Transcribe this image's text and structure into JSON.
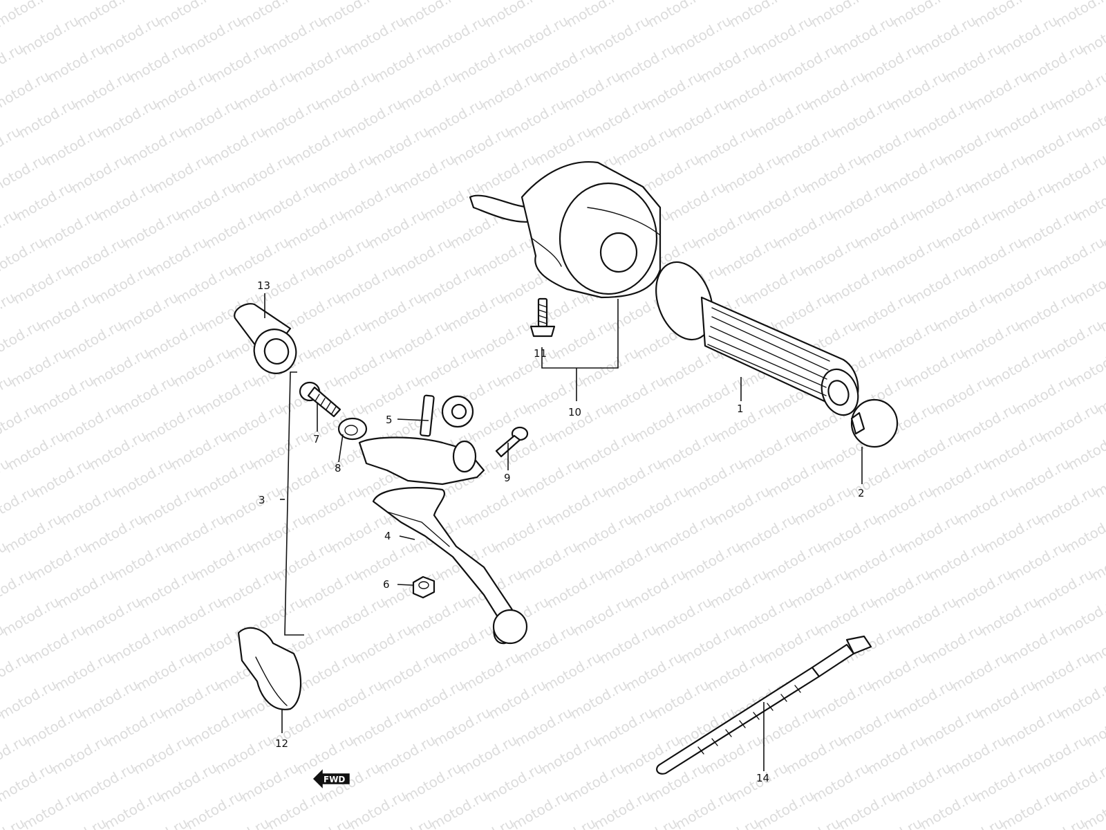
{
  "watermark": {
    "text": "motod.ru",
    "color": "#dcdcdc"
  },
  "callouts": {
    "1": "1",
    "2": "2",
    "3": "3",
    "4": "4",
    "5": "5",
    "6": "6",
    "7": "7",
    "8": "8",
    "9": "9",
    "10": "10",
    "11": "11",
    "12": "12",
    "13": "13",
    "14": "14"
  },
  "direction_marker": {
    "label": "FWD",
    "icon": "fwd-arrow-icon"
  },
  "colors": {
    "line": "#111111",
    "background": "#ffffff"
  }
}
